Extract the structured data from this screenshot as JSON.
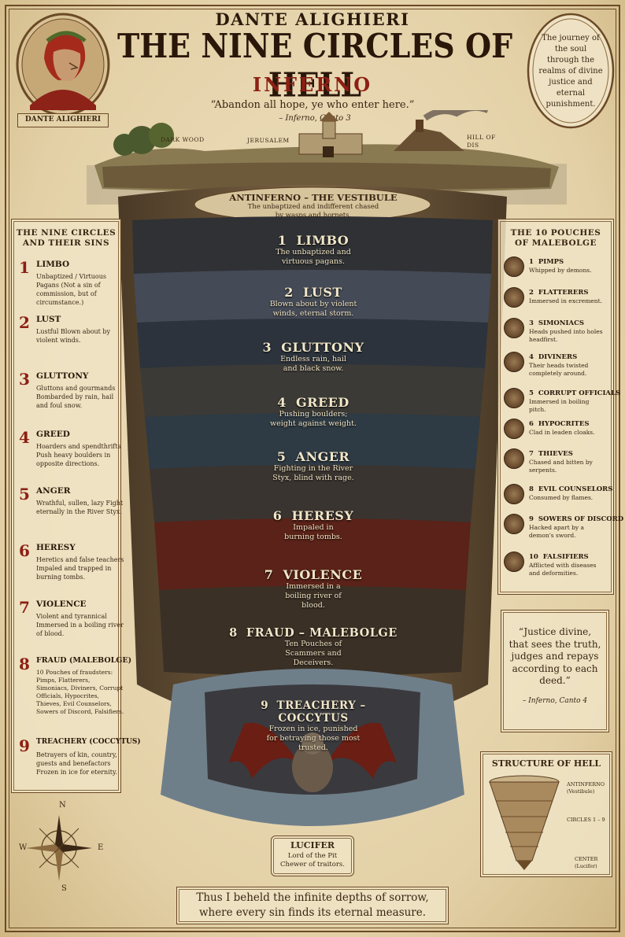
{
  "header": {
    "author": "DANTE ALIGHIERI",
    "title": "THE NINE CIRCLES OF HELL",
    "subtitle": "INFERNO",
    "quote": "“Abandon all hope, ye who enter here.”",
    "quote_source": "– Inferno, Canto 3",
    "portrait_label": "DANTE ALIGHIERI",
    "journey_text": "The journey of the soul through the realms of divine justice and eternal punishment."
  },
  "landscape": {
    "dark_wood": "DARK WOOD",
    "jerusalem": "JERUSALEM",
    "hill_of_dis": "HILL OF DIS"
  },
  "vestibule": {
    "title": "ANTINFERNO – THE VESTIBULE",
    "desc": "The unbaptized and indifferent chased by wasps and hornets."
  },
  "bands": [
    {
      "num": "1",
      "name": "LIMBO",
      "desc": "The unbaptized and virtuous pagans."
    },
    {
      "num": "2",
      "name": "LUST",
      "desc": "Blown about by violent winds, eternal storm."
    },
    {
      "num": "3",
      "name": "GLUTTONY",
      "desc": "Endless rain, hail and black snow."
    },
    {
      "num": "4",
      "name": "GREED",
      "desc": "Pushing boulders; weight against weight."
    },
    {
      "num": "5",
      "name": "ANGER",
      "desc": "Fighting in the River Styx, blind with rage."
    },
    {
      "num": "6",
      "name": "HERESY",
      "desc": "Impaled in burning tombs."
    },
    {
      "num": "7",
      "name": "VIOLENCE",
      "desc": "Immersed in a boiling river of blood."
    },
    {
      "num": "8",
      "name": "FRAUD – MALEBOLGE",
      "desc": "Ten Pouches of Scammers and Deceivers."
    },
    {
      "num": "9",
      "name": "TREACHERY – COCCYTUS",
      "desc": "Frozen in ice, punished for betraying those most trusted."
    }
  ],
  "lucifer": {
    "name": "LUCIFER",
    "desc": "Lord of the Pit Chewer of traitors."
  },
  "left_panel": {
    "heading_line1": "THE NINE CIRCLES",
    "heading_line2": "AND THEIR SINS",
    "items": [
      {
        "num": "1",
        "name": "LIMBO",
        "desc": "Unbaptized / Virtuous Pagans (Not a sin of commission, but of circumstance.)"
      },
      {
        "num": "2",
        "name": "LUST",
        "desc": "Lustful Blown about by violent winds."
      },
      {
        "num": "3",
        "name": "GLUTTONY",
        "desc": "Gluttons and gourmands Bombarded by rain, hail and foul snow."
      },
      {
        "num": "4",
        "name": "GREED",
        "desc": "Hoarders and spendthrifts Push heavy boulders in opposite directions."
      },
      {
        "num": "5",
        "name": "ANGER",
        "desc": "Wrathful, sullen, lazy Fight eternally in the River Styx."
      },
      {
        "num": "6",
        "name": "HERESY",
        "desc": "Heretics and false teachers Impaled and trapped in burning tombs."
      },
      {
        "num": "7",
        "name": "VIOLENCE",
        "desc": "Violent and tyrannical Immersed in a boiling river of blood."
      },
      {
        "num": "8",
        "name": "FRAUD (MALEBOLGE)",
        "desc": "10 Pouches of fraudsters: Pimps, Flatterers, Simoniacs, Diviners, Corrupt Officials, Hypocrites, Thieves, Evil Counselors, Sowers of Discord, Falsifiers."
      },
      {
        "num": "9",
        "name": "TREACHERY (COCCYTUS)",
        "desc": "Betrayers of kin, country, guests and benefactors Frozen in ice for eternity."
      }
    ]
  },
  "right_panel": {
    "heading_line1": "THE 10 POUCHES",
    "heading_line2": "OF MALEBOLGE",
    "items": [
      {
        "num": "1",
        "name": "PIMPS",
        "desc": "Whipped by demons."
      },
      {
        "num": "2",
        "name": "FLATTERERS",
        "desc": "Immersed in excrement."
      },
      {
        "num": "3",
        "name": "SIMONIACS",
        "desc": "Heads pushed into holes headfirst."
      },
      {
        "num": "4",
        "name": "DIVINERS",
        "desc": "Their heads twisted completely around."
      },
      {
        "num": "5",
        "name": "CORRUPT OFFICIALS",
        "desc": "Immersed in boiling pitch."
      },
      {
        "num": "6",
        "name": "HYPOCRITES",
        "desc": "Clad in leaden cloaks."
      },
      {
        "num": "7",
        "name": "THIEVES",
        "desc": "Chased and bitten by serpents."
      },
      {
        "num": "8",
        "name": "EVIL COUNSELORS",
        "desc": "Consumed by flames."
      },
      {
        "num": "9",
        "name": "SOWERS OF DISCORD",
        "desc": "Hacked apart by a demon's sword."
      },
      {
        "num": "10",
        "name": "FALSIFIERS",
        "desc": "Afflicted with diseases and deformities."
      }
    ]
  },
  "justice_quote": {
    "text": "“Justice divine, that sees the truth, judges and repays according to each deed.”",
    "source": "– Inferno, Canto 4"
  },
  "structure": {
    "heading": "STRUCTURE OF HELL",
    "antinferno": "ANTINFERNO (Vestibule)",
    "circles": "CIRCLES 1 – 9",
    "center": "CENTER (Lucifer)"
  },
  "compass": {
    "n": "N",
    "s": "S",
    "e": "E",
    "w": "W"
  },
  "footer": {
    "line1": "Thus I beheld the infinite depths of sorrow,",
    "line2": "where every sin finds its eternal measure."
  },
  "colors": {
    "parchment": "#e8d9b5",
    "ink": "#3a2614",
    "accent_red": "#8c1f14",
    "abyss": "#2b2a2c"
  }
}
